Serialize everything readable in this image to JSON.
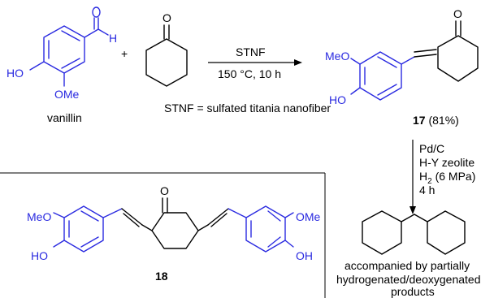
{
  "colors": {
    "ink": "#000000",
    "accent": "#2a2ae0",
    "background": "#ffffff"
  },
  "vanillin": {
    "h": "H",
    "ho": "HO",
    "ome": "OMe",
    "name": "vanillin"
  },
  "plus": "+",
  "cyclohexanone": {
    "o": "O"
  },
  "reaction1": {
    "reagent": "STNF",
    "conditions": "150 °C, 10 h",
    "definition": "STNF = sulfated titania nanofiber"
  },
  "compound17": {
    "meo": "MeO",
    "ho": "HO",
    "o": "O",
    "number": "17",
    "yield": " (81%)"
  },
  "reaction2": {
    "line1": "Pd/C",
    "line2": "H-Y zeolite",
    "line3_main": "H",
    "line3_sub": "2",
    "line3_tail": " (6 MPa)",
    "line4": "4 h"
  },
  "compound18": {
    "meo": "MeO",
    "ome": "OMe",
    "ho": "HO",
    "oh": "OH",
    "o": "O",
    "number": "18"
  },
  "product": {
    "caption_line1": "accompanied by partially",
    "caption_line2": "hydrogenated/deoxygenated",
    "caption_line3": "products"
  }
}
